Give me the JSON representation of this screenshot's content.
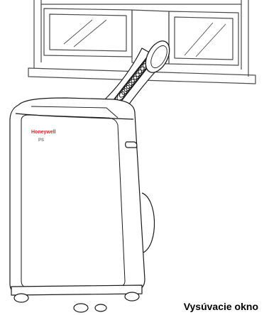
{
  "caption": "Vysúvacie okno",
  "unit": {
    "brand": "Honeywell",
    "model": "PS"
  },
  "colors": {
    "line": "#1a1a1a",
    "window_frame": "#4a4a4a",
    "brand": "#d8232a",
    "model": "#7a7a7a",
    "background": "#ffffff"
  }
}
